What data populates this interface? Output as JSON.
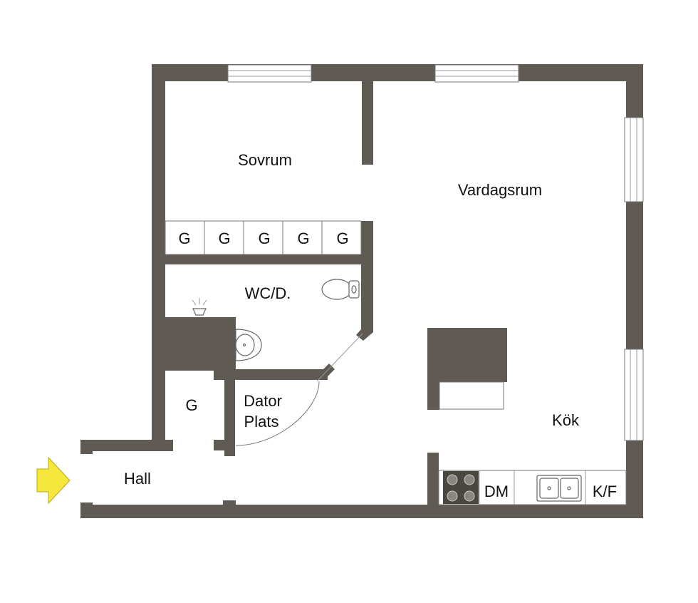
{
  "rooms": {
    "sovrum": "Sovrum",
    "vardagsrum": "Vardagsrum",
    "wc": "WC/D.",
    "closet_small": "G",
    "dator_line1": "Dator",
    "dator_line2": "Plats",
    "kok": "Kök",
    "hall": "Hall"
  },
  "wardrobes": [
    "G",
    "G",
    "G",
    "G",
    "G"
  ],
  "kitchen": {
    "dishwasher": "DM",
    "fridge_freezer": "K/F"
  },
  "colors": {
    "wall": "#5f5a53",
    "entrance_arrow": "#f5e63c"
  },
  "icons": {
    "entrance": "arrow-right-icon",
    "stove": "stove-icon",
    "sink": "sink-icon",
    "toilet": "toilet-icon",
    "washbasin": "washbasin-icon",
    "light": "light-icon"
  }
}
